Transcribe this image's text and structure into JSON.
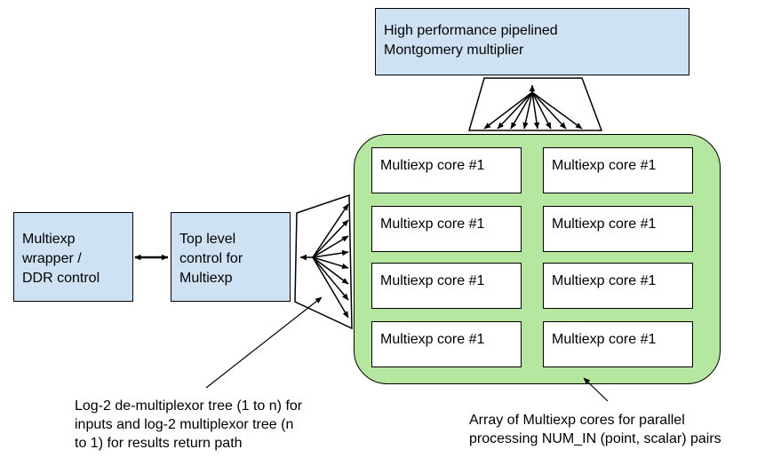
{
  "montgomery": {
    "label": "High performance pipelined\nMontgomery multiplier"
  },
  "wrapper": {
    "label": "Multiexp\nwrapper /\nDDR control"
  },
  "top_control": {
    "label": "Top level\ncontrol for\nMultiexp"
  },
  "cores": [
    "Multiexp core #1",
    "Multiexp core #1",
    "Multiexp core #1",
    "Multiexp core #1",
    "Multiexp core #1",
    "Multiexp core #1",
    "Multiexp core #1",
    "Multiexp core #1"
  ],
  "captions": {
    "mux_tree": "Log-2 de-multiplexor tree (1 to n) for\ninputs and log-2 multiplexor tree (n\nto 1) for results return path",
    "core_array": "Array of Multiexp cores for parallel\nprocessing NUM_IN (point, scalar) pairs"
  },
  "colors": {
    "block_fill": "#cfe2f3",
    "array_fill": "#b6e7a0",
    "stroke": "#000000"
  }
}
